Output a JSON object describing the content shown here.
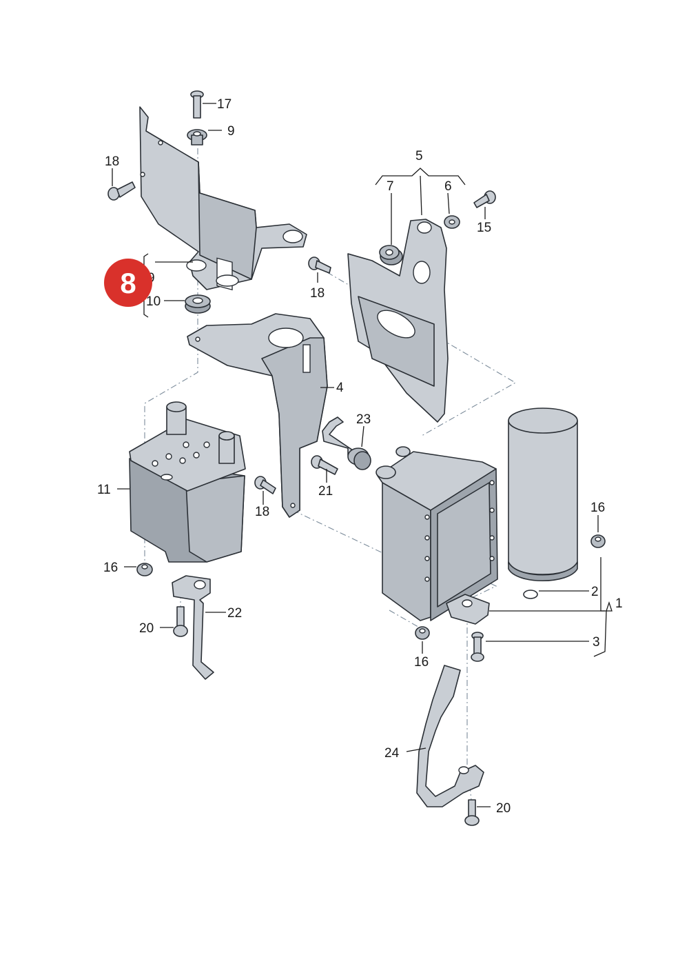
{
  "diagram": {
    "badge": {
      "text": "8",
      "color": "#d9312b"
    },
    "labels": [
      {
        "id": "17",
        "text": "17"
      },
      {
        "id": "9a",
        "text": "9"
      },
      {
        "id": "18a",
        "text": "18"
      },
      {
        "id": "9b",
        "text": "9"
      },
      {
        "id": "10",
        "text": "10"
      },
      {
        "id": "5",
        "text": "5"
      },
      {
        "id": "7",
        "text": "7"
      },
      {
        "id": "6",
        "text": "6"
      },
      {
        "id": "15",
        "text": "15"
      },
      {
        "id": "18b",
        "text": "18"
      },
      {
        "id": "4",
        "text": "4"
      },
      {
        "id": "23",
        "text": "23"
      },
      {
        "id": "21",
        "text": "21"
      },
      {
        "id": "18c",
        "text": "18"
      },
      {
        "id": "11",
        "text": "11"
      },
      {
        "id": "16a",
        "text": "16"
      },
      {
        "id": "16b",
        "text": "16"
      },
      {
        "id": "2",
        "text": "2"
      },
      {
        "id": "1",
        "text": "1"
      },
      {
        "id": "22",
        "text": "22"
      },
      {
        "id": "20a",
        "text": "20"
      },
      {
        "id": "16c",
        "text": "16"
      },
      {
        "id": "3",
        "text": "3"
      },
      {
        "id": "24",
        "text": "24"
      },
      {
        "id": "20b",
        "text": "20"
      }
    ]
  }
}
